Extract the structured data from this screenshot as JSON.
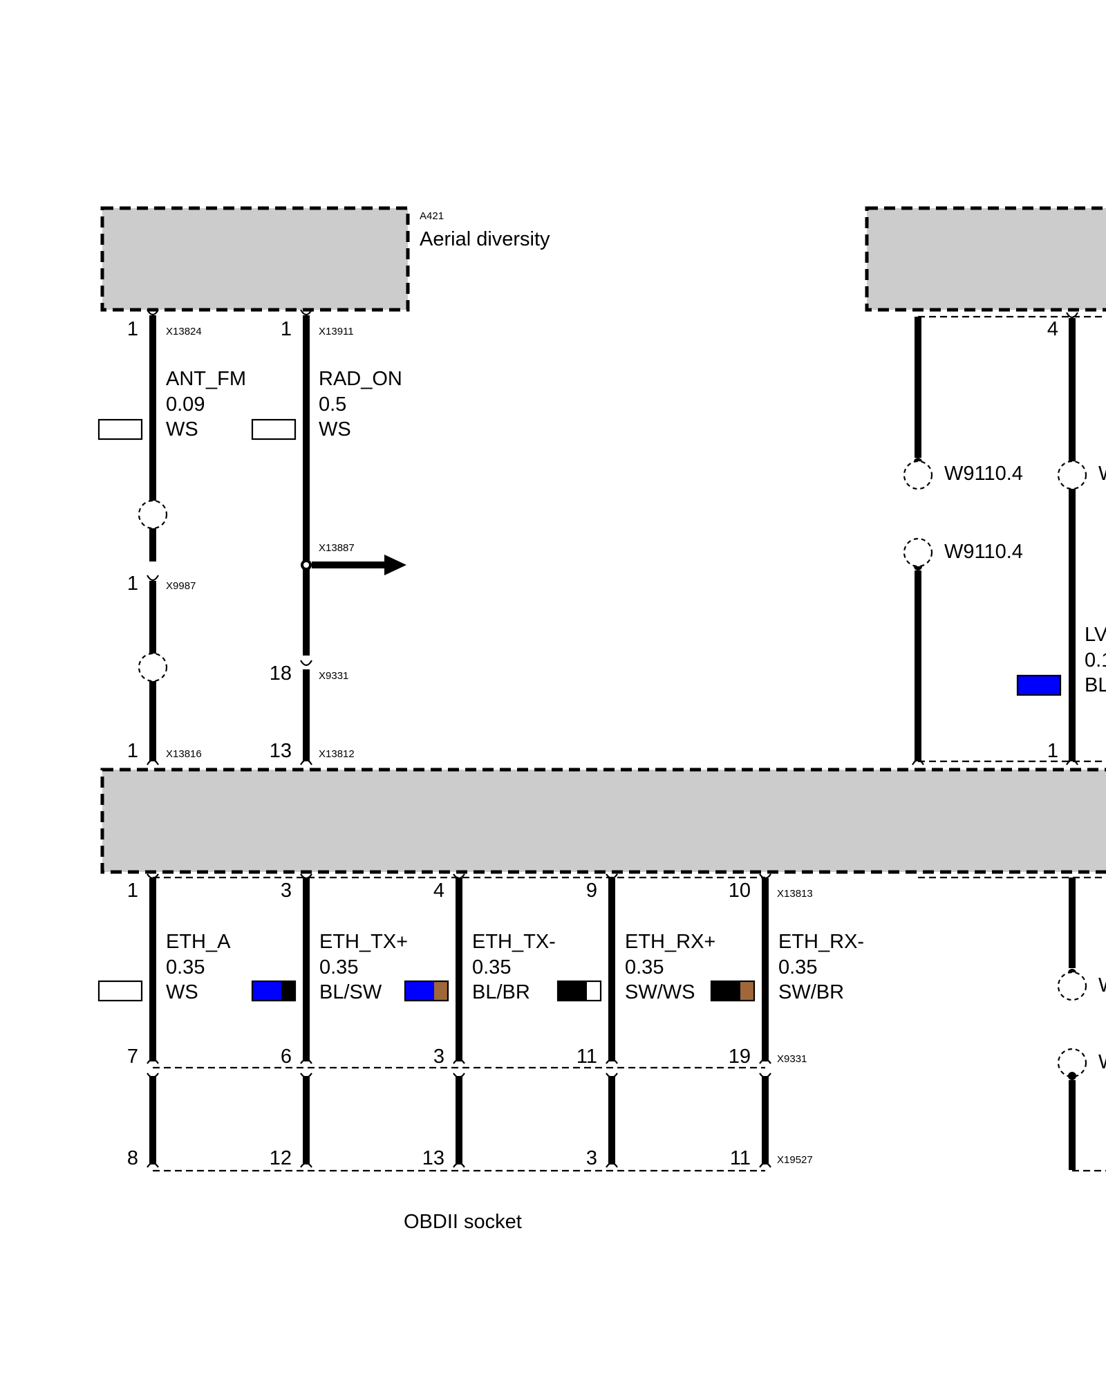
{
  "components": {
    "a421": {
      "id": "A421",
      "name": "Aerial diversity"
    },
    "obd": {
      "name": "OBDII socket"
    }
  },
  "colors": {
    "box_fill": "#cccccc",
    "WS": "#ffffff",
    "SW": "#000000",
    "BL": "#0000ff",
    "BR": "#a0683a"
  },
  "top_wires": [
    {
      "key": "ant_fm",
      "signal": "ANT_FM",
      "gauge": "0.09",
      "color_code": "WS",
      "swatch": [
        "WS"
      ],
      "pin_top": "1",
      "conn_top": "X13824",
      "pin_mid": "1",
      "conn_mid": "X9987",
      "pin_bottom": "1",
      "conn_bottom": "X13816"
    },
    {
      "key": "rad_on",
      "signal": "RAD_ON",
      "gauge": "0.5",
      "color_code": "WS",
      "swatch": [
        "WS"
      ],
      "pin_top": "1",
      "conn_top": "X13911",
      "branch_conn": "X13887",
      "pin_mid": "18",
      "conn_mid": "X9331",
      "pin_bottom": "13",
      "conn_bottom": "X13812"
    }
  ],
  "right_side": {
    "splice_top": "W9110.4",
    "splice_bottom": "W9110.4",
    "splice_cut_1": "W",
    "splice_cut_2": "W",
    "splice_cut_3": "W",
    "pin_top": "4",
    "pin_bottom": "1",
    "wire_signal_partial": "LV",
    "wire_gauge_partial": "0.1",
    "wire_color_partial": "BL",
    "swatch": [
      "BL"
    ]
  },
  "eth_wires": [
    {
      "key": "eth_a",
      "signal": "ETH_A",
      "gauge": "0.35",
      "color_code": "WS",
      "swatch": [
        "WS"
      ],
      "pin_ecu": "1",
      "pin_x9331": "7",
      "pin_x19527": "8"
    },
    {
      "key": "eth_txp",
      "signal": "ETH_TX+",
      "gauge": "0.35",
      "color_code": "BL/SW",
      "swatch": [
        "BL",
        "SW"
      ],
      "pin_ecu": "3",
      "pin_x9331": "6",
      "pin_x19527": "12"
    },
    {
      "key": "eth_txm",
      "signal": "ETH_TX-",
      "gauge": "0.35",
      "color_code": "BL/BR",
      "swatch": [
        "BL",
        "BR"
      ],
      "pin_ecu": "4",
      "pin_x9331": "3",
      "pin_x19527": "13"
    },
    {
      "key": "eth_rxp",
      "signal": "ETH_RX+",
      "gauge": "0.35",
      "color_code": "SW/WS",
      "swatch": [
        "SW",
        "WS"
      ],
      "pin_ecu": "9",
      "pin_x9331": "11",
      "pin_x19527": "3"
    },
    {
      "key": "eth_rxm",
      "signal": "ETH_RX-",
      "gauge": "0.35",
      "color_code": "SW/BR",
      "swatch": [
        "SW",
        "BR"
      ],
      "pin_ecu": "10",
      "pin_x9331": "19",
      "pin_x19527": "11"
    }
  ],
  "eth_connectors": {
    "ecu": "X13813",
    "inline": "X9331",
    "obd": "X19527"
  }
}
